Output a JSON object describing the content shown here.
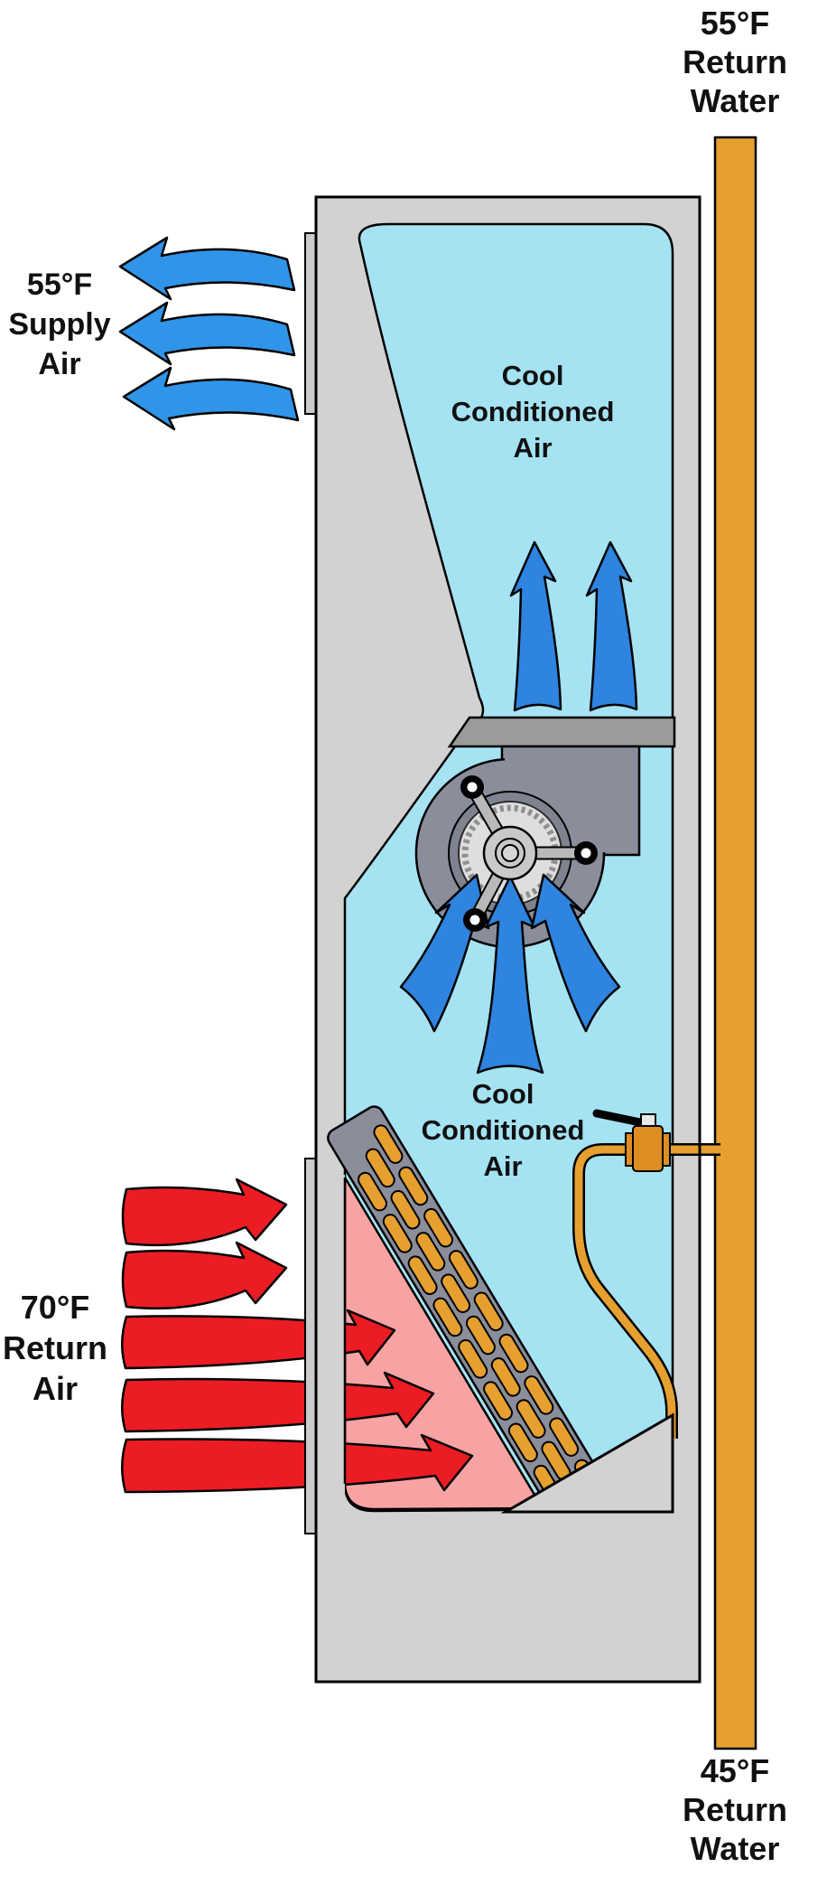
{
  "title": "Fan coil unit cooling diagram",
  "labels": {
    "return_water_top": {
      "lines": [
        "55°F",
        "Return",
        "Water"
      ]
    },
    "supply_air": {
      "lines": [
        "55°F",
        "Supply",
        "Air"
      ]
    },
    "cool_conditioned_air_top": {
      "lines": [
        "Cool",
        "Conditioned",
        "Air"
      ]
    },
    "cool_conditioned_air_mid": {
      "lines": [
        "Cool",
        "Conditioned",
        "Air"
      ]
    },
    "return_air": {
      "lines": [
        "70°F",
        "Return",
        "Air"
      ]
    },
    "return_water_bottom": {
      "lines": [
        "45°F",
        "Return",
        "Water"
      ]
    }
  },
  "icons": {
    "fan": "blower-fan-icon",
    "coil": "cooling-coil-icon",
    "valve": "ball-valve-icon",
    "pipe": "water-pipe-icon"
  },
  "colors": {
    "bg": "#FFFFFF",
    "text": "#111111",
    "outline": "#000000",
    "cabinet": "#D2D2D2",
    "panel": "#CBCBCB",
    "cool_air": "#A5E3F3",
    "divider": "#9B9B9B",
    "fan_housing": "#8A8E9B",
    "gear_ring": "#7F8390",
    "gear": "#DEDEDE",
    "spoke": "#B9B9B9",
    "hub": "#C9C9C9",
    "supply_blue": "#3095E8",
    "air_blue": "#2E84DE",
    "hot_red": "#EB1C23",
    "warm_pink": "#F7A3A4",
    "water_orange": "#E5A02F",
    "valve_brass": "#DD8D22"
  }
}
